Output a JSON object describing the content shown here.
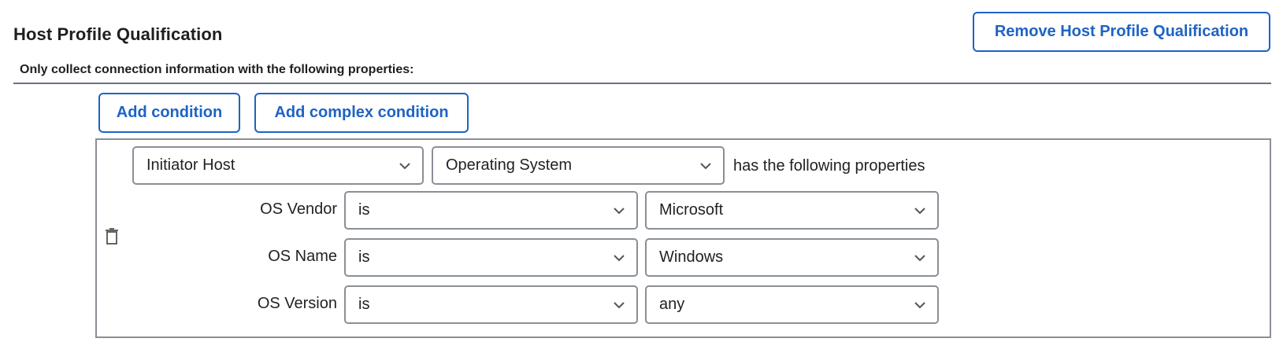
{
  "header": {
    "title": "Host Profile Qualification",
    "remove_button_label": "Remove Host Profile Qualification"
  },
  "subtitle": "Only collect connection information with the following properties:",
  "actions": {
    "add_condition_label": "Add condition",
    "add_complex_condition_label": "Add complex condition"
  },
  "condition": {
    "subject_select": "Initiator Host",
    "attribute_select": "Operating System",
    "suffix_text": "has the following properties",
    "properties": [
      {
        "label": "OS Vendor",
        "operator": "is",
        "value": "Microsoft"
      },
      {
        "label": "OS Name",
        "operator": "is",
        "value": "Windows"
      },
      {
        "label": "OS Version",
        "operator": "is",
        "value": "any"
      }
    ],
    "delete_icon": "trash-icon"
  },
  "colors": {
    "accent": "#1e63c4",
    "border": "#8a8f96",
    "divider": "#6b7280",
    "text": "#222222"
  }
}
